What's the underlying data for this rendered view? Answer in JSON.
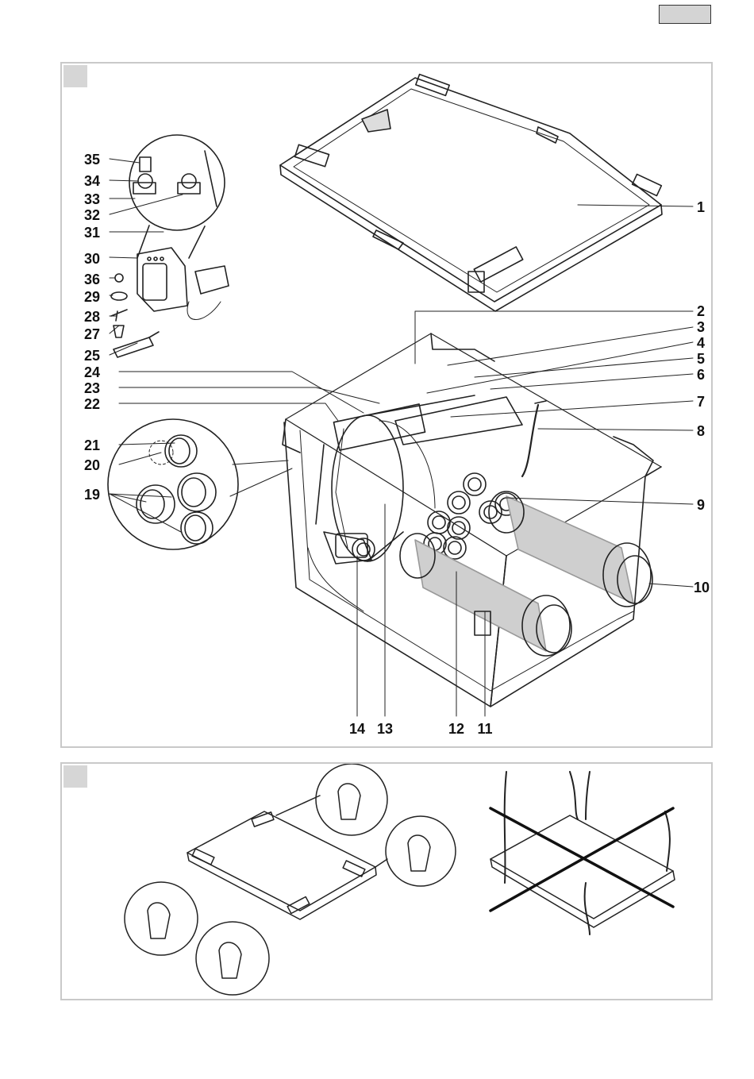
{
  "figure_a": {
    "callouts": [
      {
        "id": "1",
        "text": "1"
      },
      {
        "id": "2",
        "text": "2"
      },
      {
        "id": "3",
        "text": "3"
      },
      {
        "id": "4",
        "text": "4"
      },
      {
        "id": "5",
        "text": "5"
      },
      {
        "id": "6",
        "text": "6"
      },
      {
        "id": "7",
        "text": "7"
      },
      {
        "id": "8",
        "text": "8"
      },
      {
        "id": "9",
        "text": "9"
      },
      {
        "id": "10",
        "text": "10"
      },
      {
        "id": "11",
        "text": "11"
      },
      {
        "id": "12",
        "text": "12"
      },
      {
        "id": "13",
        "text": "13"
      },
      {
        "id": "14",
        "text": "14"
      },
      {
        "id": "19",
        "text": "19"
      },
      {
        "id": "20",
        "text": "20"
      },
      {
        "id": "21",
        "text": "21"
      },
      {
        "id": "22",
        "text": "22"
      },
      {
        "id": "23",
        "text": "23"
      },
      {
        "id": "24",
        "text": "24"
      },
      {
        "id": "25",
        "text": "25"
      },
      {
        "id": "27",
        "text": "27"
      },
      {
        "id": "28",
        "text": "28"
      },
      {
        "id": "29",
        "text": "29"
      },
      {
        "id": "30",
        "text": "30"
      },
      {
        "id": "31",
        "text": "31"
      },
      {
        "id": "32",
        "text": "32"
      },
      {
        "id": "33",
        "text": "33"
      },
      {
        "id": "34",
        "text": "34"
      },
      {
        "id": "35",
        "text": "35"
      },
      {
        "id": "36",
        "text": "36"
      }
    ]
  }
}
